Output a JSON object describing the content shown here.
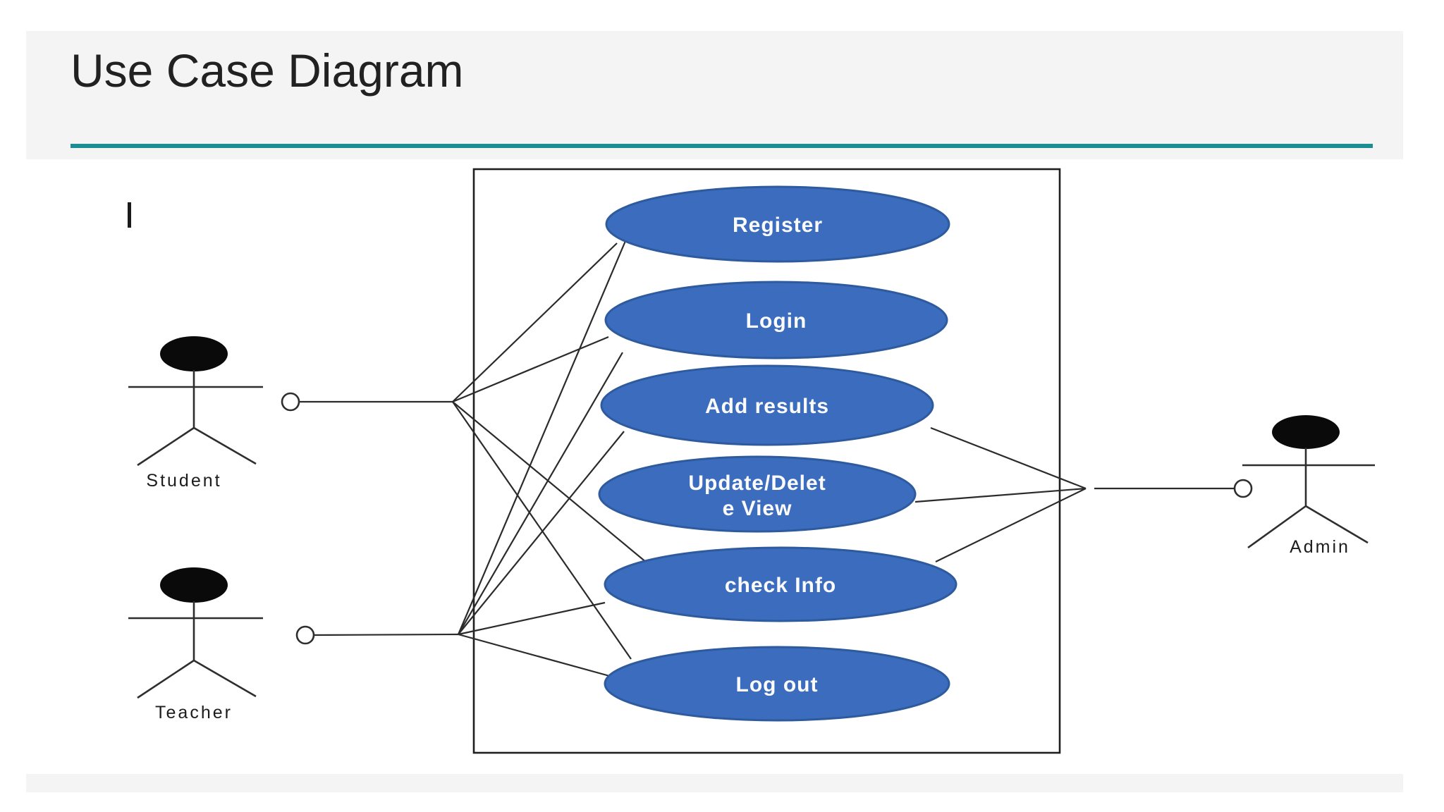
{
  "slide": {
    "title": "Use Case Diagram",
    "accent_color": "#1b8e94",
    "panel_color": "#f4f4f4"
  },
  "diagram": {
    "colors": {
      "ellipse_fill": "#3c6cbe",
      "ellipse_border": "#2e5a9e",
      "line_color": "#2b2b2b",
      "actor_color": "#0a0a0a"
    },
    "stray_mark": "I",
    "actors": [
      {
        "label": "Student"
      },
      {
        "label": "Teacher"
      },
      {
        "label": "Admin"
      }
    ],
    "use_cases": [
      {
        "label": "Register"
      },
      {
        "label": "Login"
      },
      {
        "label": "Add results"
      },
      {
        "label_line1": "Update/Delet",
        "label_line2": "e View"
      },
      {
        "label": "check Info"
      },
      {
        "label": "Log out"
      }
    ],
    "associations": [
      "Student - Register",
      "Student - Login",
      "Student - check Info",
      "Student - Log out",
      "Teacher - Register",
      "Teacher - Login",
      "Teacher - Add results",
      "Teacher - check Info",
      "Teacher - Log out",
      "Admin - Add results",
      "Admin - Update/Delete View",
      "Admin - check Info"
    ]
  }
}
